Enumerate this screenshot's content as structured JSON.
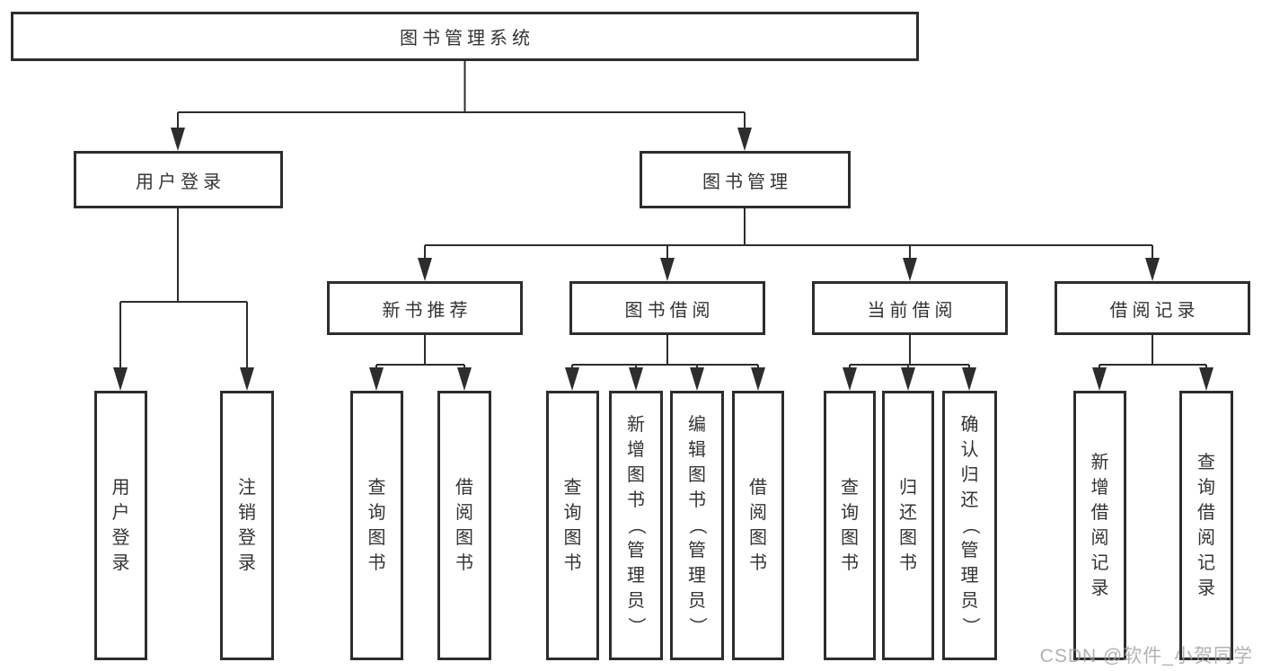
{
  "diagram": {
    "root": {
      "label": "图书管理系统"
    },
    "branches": [
      {
        "label": "用户登录",
        "leaves": [
          {
            "label": "用户登录"
          },
          {
            "label": "注销登录"
          }
        ]
      },
      {
        "label": "图书管理",
        "sections": [
          {
            "label": "新书推荐",
            "leaves": [
              {
                "label": "查询图书"
              },
              {
                "label": "借阅图书"
              }
            ]
          },
          {
            "label": "图书借阅",
            "leaves": [
              {
                "label": "查询图书"
              },
              {
                "label": "新增图书（管理员）"
              },
              {
                "label": "编辑图书（管理员）"
              },
              {
                "label": "借阅图书"
              }
            ]
          },
          {
            "label": "当前借阅",
            "leaves": [
              {
                "label": "查询图书"
              },
              {
                "label": "归还图书"
              },
              {
                "label": "确认归还（管理员）"
              }
            ]
          },
          {
            "label": "借阅记录",
            "leaves": [
              {
                "label": "新增借阅记录"
              },
              {
                "label": "查询借阅记录"
              }
            ]
          }
        ]
      }
    ]
  },
  "watermark": {
    "text": "CSDN @软件_小贺同学"
  },
  "colors": {
    "line": "#2d2d2d",
    "text": "#333333",
    "watermark": "#9f9f9f",
    "background": "#ffffff"
  }
}
